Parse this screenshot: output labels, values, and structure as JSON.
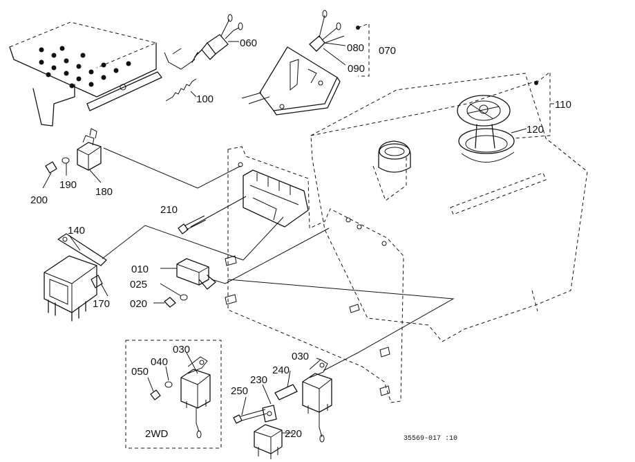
{
  "labels": {
    "p060": "060",
    "p070": "070",
    "p080": "080",
    "p090": "090",
    "p100": "100",
    "p110": "110",
    "p120": "120",
    "p140": "140",
    "p170": "170",
    "p180": "180",
    "p190": "190",
    "p200": "200",
    "p210": "210",
    "p010": "010",
    "p025": "025",
    "p020": "020",
    "p030a": "030",
    "p040": "040",
    "p050": "050",
    "p030b": "030",
    "p240": "240",
    "p230": "230",
    "p250": "250",
    "p220": "220"
  },
  "inset_label": "2WD",
  "drawing_number": "35569-017 :10"
}
